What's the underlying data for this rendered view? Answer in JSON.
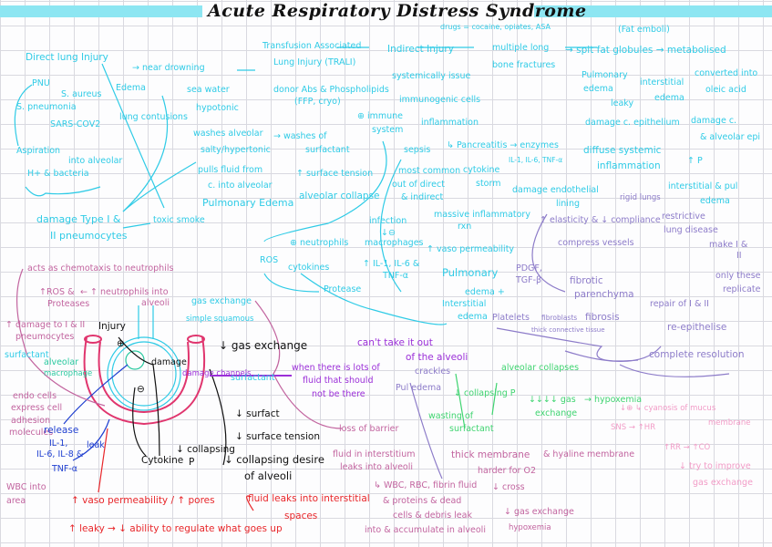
{
  "title": "Acute Respiratory Distress Syndrome",
  "colors": {
    "cyan": "#2fcbe6",
    "purple": "#8d7cc9",
    "violet": "#9b2fd8",
    "green": "#3fd470",
    "mauve": "#c2649f",
    "pink": "#f29cc7",
    "blue": "#1f3fd0",
    "red": "#e8262a",
    "black": "#111111"
  },
  "cyan": [
    "Direct lung Injury",
    "→ near drowning",
    "PNU",
    "S. aureus",
    "S. pneumonia",
    "SARS-COV2",
    "Edema",
    "lung contusions",
    "sea water",
    "hypotonic",
    "washes alveolar",
    "salty/hypertonic",
    "pulls fluid from",
    "c. into alveolar",
    "Pulmonary Edema",
    "Aspiration",
    "into alveolar",
    "H+ & bacteria",
    "damage Type I &",
    "II pneumocytes",
    "toxic smoke",
    "Transfusion Associated",
    "Lung Injury (TRALI)",
    "donor Abs & Phospholipids",
    "(FFP, cryo)",
    "⊕ immune",
    "system",
    "→ washes of",
    "surfactant",
    "↑ surface tension",
    "alveolar collapse",
    "Indirect Injury",
    "drugs = cocaine, opiates, ASA",
    "multiple long",
    "bone fractures",
    "systemically issue",
    "immunogenic cells",
    "inflammation",
    "sepsis",
    "most common",
    "out of direct",
    "& indirect",
    "↳ Pancreatitis → enzymes",
    "cytokine",
    "storm",
    "IL-1, IL-6, TNF-α",
    "diffuse systemic",
    "inflammation",
    "→ spit fat globules → metabolised",
    "(Fat emboli)",
    "Pulmonary",
    "edema",
    "interstitial",
    "edema",
    "leaky",
    "damage c. epithelium",
    "converted into",
    "oleic acid",
    "damage c.",
    "& alveolar epi",
    "↑ P",
    "interstitial & pul",
    "edema",
    "damage endothelial",
    "lining",
    "massive inflammatory",
    "rxn",
    "infection",
    "↓⊖",
    "macrophages",
    "↑ IL-1, IL-6 &",
    "TNF-α",
    "⊕ neutrophils",
    "ROS",
    "cytokines",
    "Protease",
    "↑ vaso permeability",
    "Pulmonary",
    "edema +",
    "Interstitial",
    "edema",
    "surfactant",
    "gas exchange",
    "simple squamous",
    "surfactant"
  ],
  "purple": [
    "↑ elasticity & ↓ compliance",
    "rigid lungs",
    "restrictive",
    "lung disease",
    "compress vessels",
    "fibrotic",
    "parenchyma",
    "fibrosis",
    "PDGF,",
    "TGF-β",
    "Platelets",
    "fibroblasts",
    "thick connective tissue",
    "make I &",
    "II",
    "only these",
    "replicate",
    "repair of I & II",
    "re-epithelise",
    "complete resolution",
    "crackles",
    "Pul edema"
  ],
  "violet": [
    "can't take it out",
    "of the alveoli",
    "when there is lots of",
    "fluid that should",
    "not be there",
    "damage channels"
  ],
  "green": [
    "alveolar collapses",
    "↓ collapsing P",
    "wasting of",
    "surfactant",
    "↓↓↓↓ gas",
    "exchange",
    "→ hypoxemia"
  ],
  "mauve": [
    "loss of barrier",
    "fluid in interstitium",
    "leaks into alveoli",
    "↳ WBC, RBC, fibrin fluid",
    "& proteins & dead",
    "cells & debris leak",
    "into & accumulate in alveoli",
    "thick membrane",
    "& hyaline membrane",
    "harder for O2",
    "↓ cross",
    "↓ gas exchange",
    "hypoxemia",
    "acts as chemotaxis to neutrophils",
    "↑ROS &",
    "Proteases",
    "← ↑ neutrophils into",
    "alveoli",
    "↑ damage to I & II",
    "pneumocytes",
    "endo cells",
    "express cell",
    "adhesion",
    "molecules",
    "WBC into",
    "area"
  ],
  "pink": [
    "↓⊕  ↳ cyanosis of mucus",
    "membrane",
    "SNS → ↑HR",
    "↑RR → ↑CO",
    "↓ try to improve",
    "gas exchange"
  ],
  "teal": [
    "alveolar",
    "macrophage"
  ],
  "blue": [
    "release",
    "IL-1,",
    "IL-6, IL-8 &",
    "TNF-α",
    "leak"
  ],
  "black": [
    "Injury",
    "damage",
    "↓ gas exchange",
    "↓ surfact",
    "↓ surface tension",
    "↓ collapsing",
    "P",
    "↓ collapsing desire",
    "of alveoli",
    "Cytokine",
    "⊕",
    "⊖"
  ],
  "red": [
    "↑ vaso permeability / ↑ pores",
    "↑ leaky",
    "→ ↓ ability to regulate what goes up",
    "fluid leaks into interstitial",
    "spaces"
  ]
}
